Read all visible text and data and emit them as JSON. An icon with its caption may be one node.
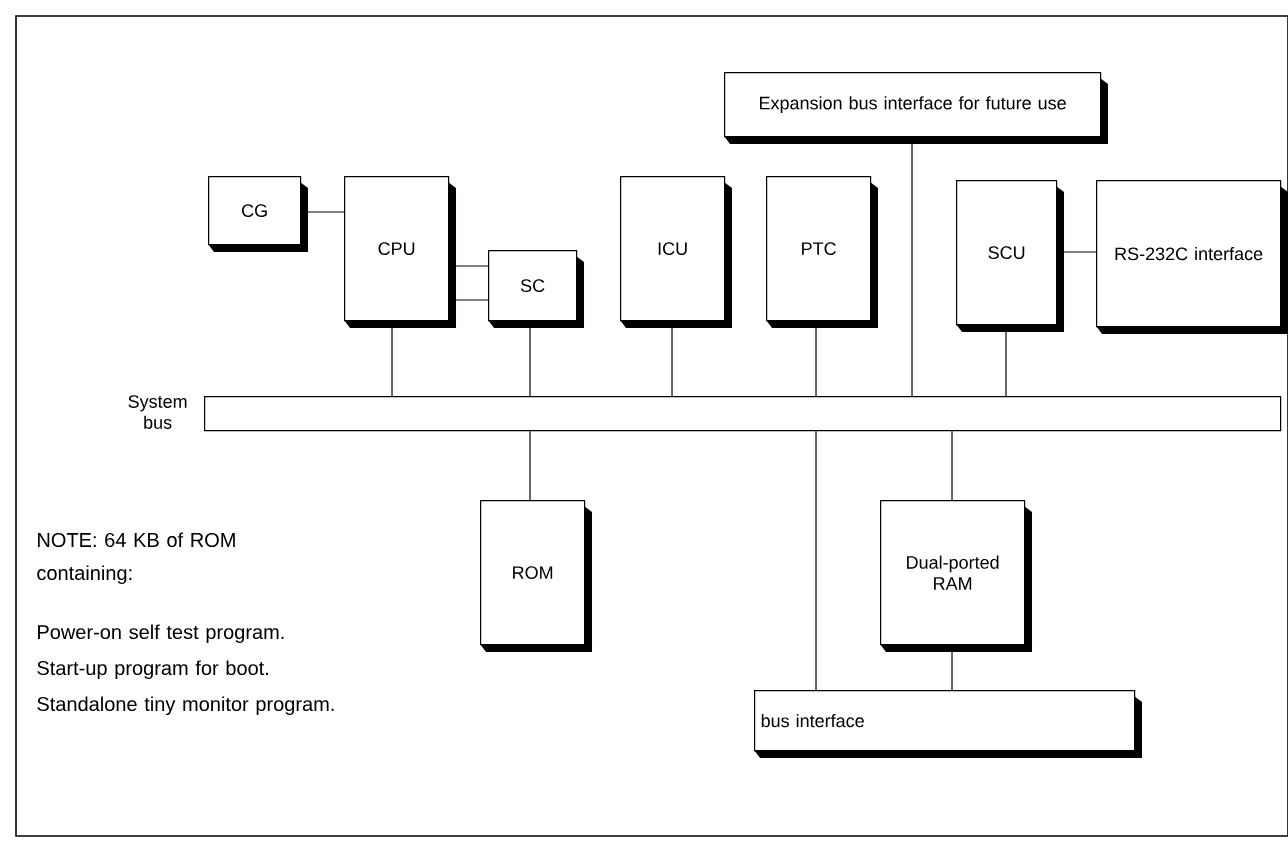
{
  "diagram": {
    "nodes": [
      {
        "text": [
          "Expansion bus interface for future use"
        ]
      },
      {
        "text": [
          "CG"
        ]
      },
      {
        "text": [
          "CPU"
        ]
      },
      {
        "text": [
          "SC"
        ]
      },
      {
        "text": [
          "ICU"
        ]
      },
      {
        "text": [
          "PTC"
        ]
      },
      {
        "text": [
          "SCU"
        ]
      },
      {
        "text": [
          "RS-232C interface"
        ]
      },
      {
        "text": [
          "System bus"
        ]
      },
      {
        "text": [
          "ROM"
        ]
      },
      {
        "text": [
          "Dual-ported RAM"
        ]
      },
      {
        "text": [
          "bus interface"
        ]
      }
    ],
    "edges": [
      {
        "from": 1,
        "to": 2,
        "arrow": "none"
      },
      {
        "from": 2,
        "to": 3,
        "arrow": "none"
      },
      {
        "from": 2,
        "to": 3,
        "arrow": "none"
      },
      {
        "from": 2,
        "to": 8,
        "arrow": "none"
      },
      {
        "from": 3,
        "to": 8,
        "arrow": "none"
      },
      {
        "from": 4,
        "to": 8,
        "arrow": "none"
      },
      {
        "from": 5,
        "to": 8,
        "arrow": "none"
      },
      {
        "from": 0,
        "to": 8,
        "arrow": "none"
      },
      {
        "from": 6,
        "to": 8,
        "arrow": "none"
      },
      {
        "from": 6,
        "to": 7,
        "arrow": "none"
      },
      {
        "from": 8,
        "to": 9,
        "arrow": "none"
      },
      {
        "from": 8,
        "to": 11,
        "arrow": "none"
      },
      {
        "from": 8,
        "to": 10,
        "arrow": "none"
      },
      {
        "from": 10,
        "to": 11,
        "arrow": "none"
      }
    ],
    "labels": [
      "NOTE: 64 KB of ROM containing:",
      "Power-on self test program.",
      "Start-up program for boot.",
      "Standalone tiny monitor program."
    ]
  }
}
